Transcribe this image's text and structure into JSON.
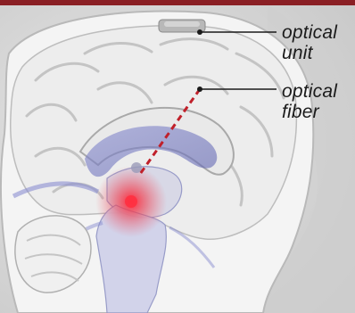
{
  "labels": {
    "optical_unit": {
      "line1": "optical",
      "line2": "unit"
    },
    "optical_fiber": {
      "line1": "optical",
      "line2": "fiber"
    }
  },
  "colors": {
    "top_bar": "#8a1f24",
    "background": "#d8d8d8",
    "brain_tissue": "#f1f1f1",
    "ventricle_blue": "#7f84c6",
    "stimulation_red": "#e8202a",
    "fiber_dashes": "#c0202a",
    "leader_lines": "#1b1b1b"
  },
  "icons": {
    "optical_unit": "implant-device-icon"
  }
}
